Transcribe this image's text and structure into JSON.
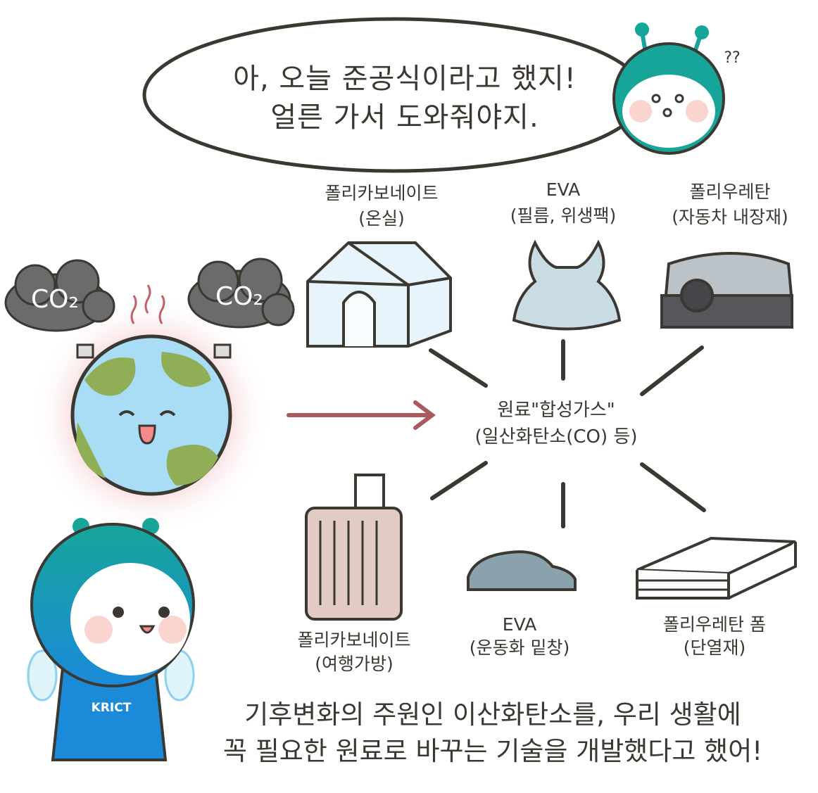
{
  "speech": {
    "line1": "아, 오늘 준공식이라고 했지!",
    "line2": "얼른 가서 도와줘야지."
  },
  "mascot_thought": "??",
  "co2_left": "CO₂",
  "co2_right": "CO₂",
  "center": {
    "line1": "원료\"합성가스\"",
    "line2": "(일산화탄소(CO) 등)"
  },
  "products": [
    {
      "line1": "폴리카보네이트",
      "line2": "(온실)"
    },
    {
      "line1": "EVA",
      "line2": "(필름, 위생팩)"
    },
    {
      "line1": "폴리우레탄",
      "line2": "(자동차 내장재)"
    },
    {
      "line1": "폴리카보네이트",
      "line2": "(여행가방)"
    },
    {
      "line1": "EVA",
      "line2": "(운동화 밑창)"
    },
    {
      "line1": "폴리우레탄 폼",
      "line2": "(단열재)"
    }
  ],
  "mascot_shirt": "KRICT",
  "bottom": {
    "line1": "기후변화의 주원인 이산화탄소를, 우리 생활에",
    "line2": "꼭 필요한 원료로 바꾸는 기술을 개발했다고 했어!"
  },
  "colors": {
    "ink": "#3b3731",
    "arrow": "#a85a5f",
    "teal": "#13a39a",
    "blue": "#1a8fd8",
    "ocean": "#a9dcf5",
    "land": "#8fae55"
  }
}
